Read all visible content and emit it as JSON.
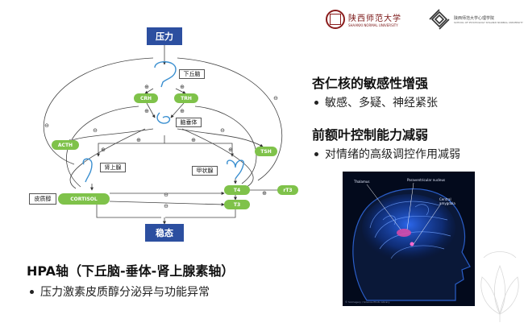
{
  "header": {
    "university_cn": "陕西师范大学",
    "university_en": "SHAANXI NORMAL UNIVERSITY",
    "school_cn": "陕西师范大学心理学院",
    "school_en": "SCHOOL OF PSYCHOLOGY SHAANXI NORMAL UNIVERSITY"
  },
  "diagram": {
    "stress": "压力",
    "hypothalamus": "下丘脑",
    "crh": "CRH",
    "trh": "TRH",
    "pituitary": "脑垂体",
    "acth": "ACTH",
    "tsh": "TSH",
    "adrenal": "肾上腺",
    "thyroid": "甲状腺",
    "cortex": "皮质醇",
    "cortisol": "CORTISOL",
    "t4": "T4",
    "t3": "T3",
    "rt3": "rT3",
    "homeostasis": "稳态",
    "plus": "+",
    "minus": "⊖",
    "plus_circle": "⊕"
  },
  "right": {
    "heading1": "杏仁核的敏感性增强",
    "bullet1": "敏感、多疑、神经紧张",
    "heading2": "前额叶控制能力减弱",
    "bullet2": "对情绪的高级调控作用减弱"
  },
  "brain": {
    "thalamus": "Thalamus",
    "pvn": "Paraventricular nucleus",
    "amygdala_1": "Central",
    "amygdala_2": "amygdala",
    "credit": "© Scimagery / Science Photo Library"
  },
  "bottom": {
    "heading": "HPA轴（下丘脑-垂体-肾上腺素轴）",
    "bullet": "压力激素皮质醇分泌异与功能异常"
  },
  "colors": {
    "blue_box": "#2c4fa0",
    "green_box": "#7fc24a",
    "brain_bg": "#030a1c",
    "logo_red": "#7a1515"
  }
}
